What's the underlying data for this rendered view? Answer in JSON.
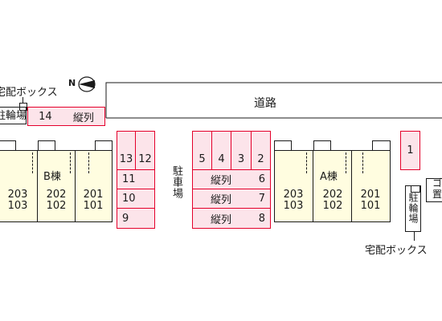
{
  "road": {
    "label": "道路"
  },
  "compass": {
    "label": "N"
  },
  "labels": {
    "delivery_box_top": "宅配ボックス",
    "delivery_box_bottom": "宅配ボックス",
    "bike_parking_left": "駐輪場",
    "bike_parking_right": "駐輪場",
    "parking_lot": "駐車場",
    "right_edge_fragment": "ゴ",
    "right_edge_fragment2": "置"
  },
  "buildings": {
    "b": {
      "name": "B棟",
      "units": [
        {
          "upper": "203",
          "lower": "103"
        },
        {
          "upper": "202",
          "lower": "102"
        },
        {
          "upper": "201",
          "lower": "101"
        }
      ]
    },
    "a": {
      "name": "A棟",
      "units": [
        {
          "upper": "203",
          "lower": "103"
        },
        {
          "upper": "202",
          "lower": "102"
        },
        {
          "upper": "201",
          "lower": "101"
        }
      ]
    }
  },
  "parking": {
    "p14": "14",
    "p14_note": "縦列",
    "p13": "13",
    "p12": "12",
    "p11": "11",
    "p10": "10",
    "p9": "9",
    "p5": "5",
    "p4": "4",
    "p3": "3",
    "p2": "2",
    "p6": "6",
    "p7": "7",
    "p8": "8",
    "tandem": "縦列",
    "p1": "1"
  },
  "colors": {
    "parking_fill": "#fce4ea",
    "parking_border": "#e4002b",
    "building_fill": "#fffde0"
  }
}
